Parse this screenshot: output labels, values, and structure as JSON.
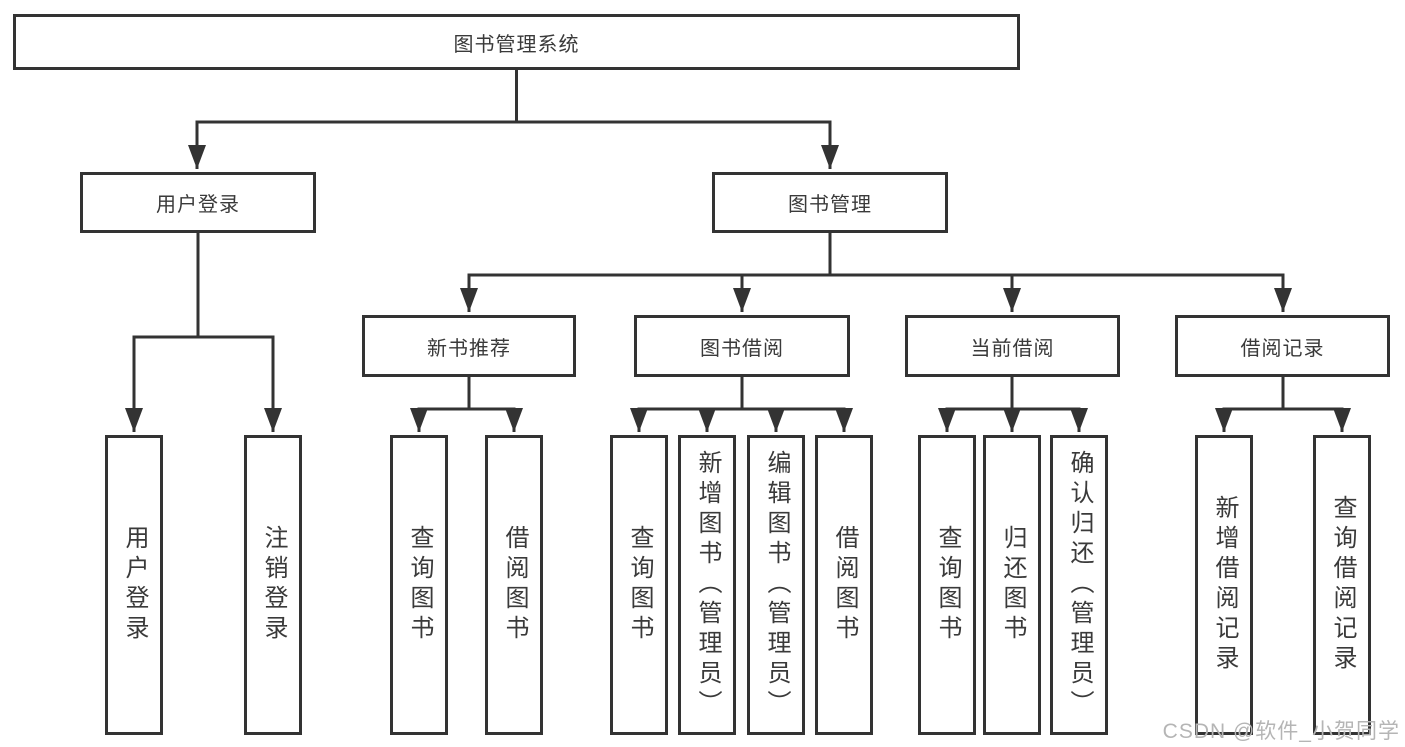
{
  "diagram": {
    "root_label": "图书管理系统",
    "level2": {
      "user_login": "用户登录",
      "book_mgmt": "图书管理"
    },
    "level3": {
      "new_book": "新书推荐",
      "book_borrow": "图书借阅",
      "current_borrow": "当前借阅",
      "borrow_record": "借阅记录"
    },
    "leaves": {
      "user_login": [
        "用户登录",
        "注销登录"
      ],
      "new_book": [
        "查询图书",
        "借阅图书"
      ],
      "book_borrow": [
        "查询图书",
        "新增图书（管理员）",
        "编辑图书（管理员）",
        "借阅图书"
      ],
      "current_borrow": [
        "查询图书",
        "归还图书",
        "确认归还（管理员）"
      ],
      "borrow_record": [
        "新增借阅记录",
        "查询借阅记录"
      ]
    },
    "watermark": "CSDN @软件_小贺同学",
    "colors": {
      "line": "#333333",
      "text": "#3a3a3a",
      "background": "#ffffff",
      "watermark": "#b5b5b5"
    }
  }
}
